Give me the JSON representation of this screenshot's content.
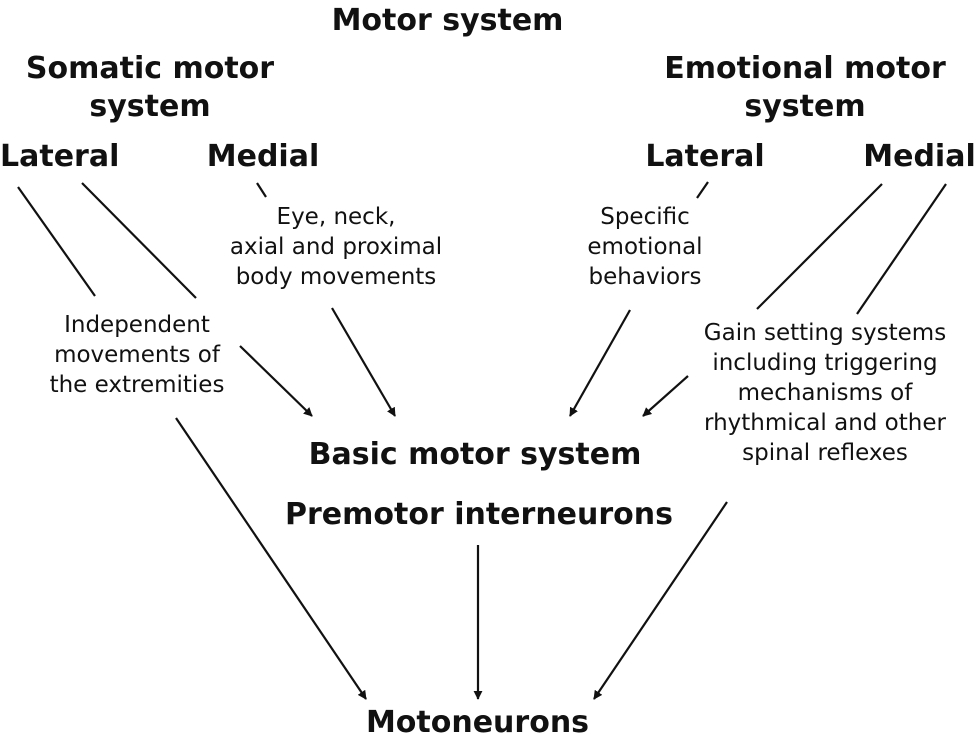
{
  "title": "Motor system",
  "somatic": {
    "title": "Somatic motor\nsystem",
    "lateral": "Lateral",
    "medial": "Medial",
    "lateral_desc": "Independent\nmovements of\nthe extremities",
    "medial_desc": "Eye, neck,\naxial and proximal\nbody movements"
  },
  "emotional": {
    "title": "Emotional motor\nsystem",
    "lateral": "Lateral",
    "medial": "Medial",
    "lateral_desc": "Specific\nemotional\nbehaviors",
    "medial_desc": "Gain setting systems\nincluding triggering\nmechanisms of\nrhythmical and other\nspinal reflexes"
  },
  "basic": {
    "title": "Basic motor system",
    "sub": "Premotor interneurons"
  },
  "output": "Motoneurons",
  "colors": {
    "ink": "#111111",
    "background": "#ffffff"
  }
}
